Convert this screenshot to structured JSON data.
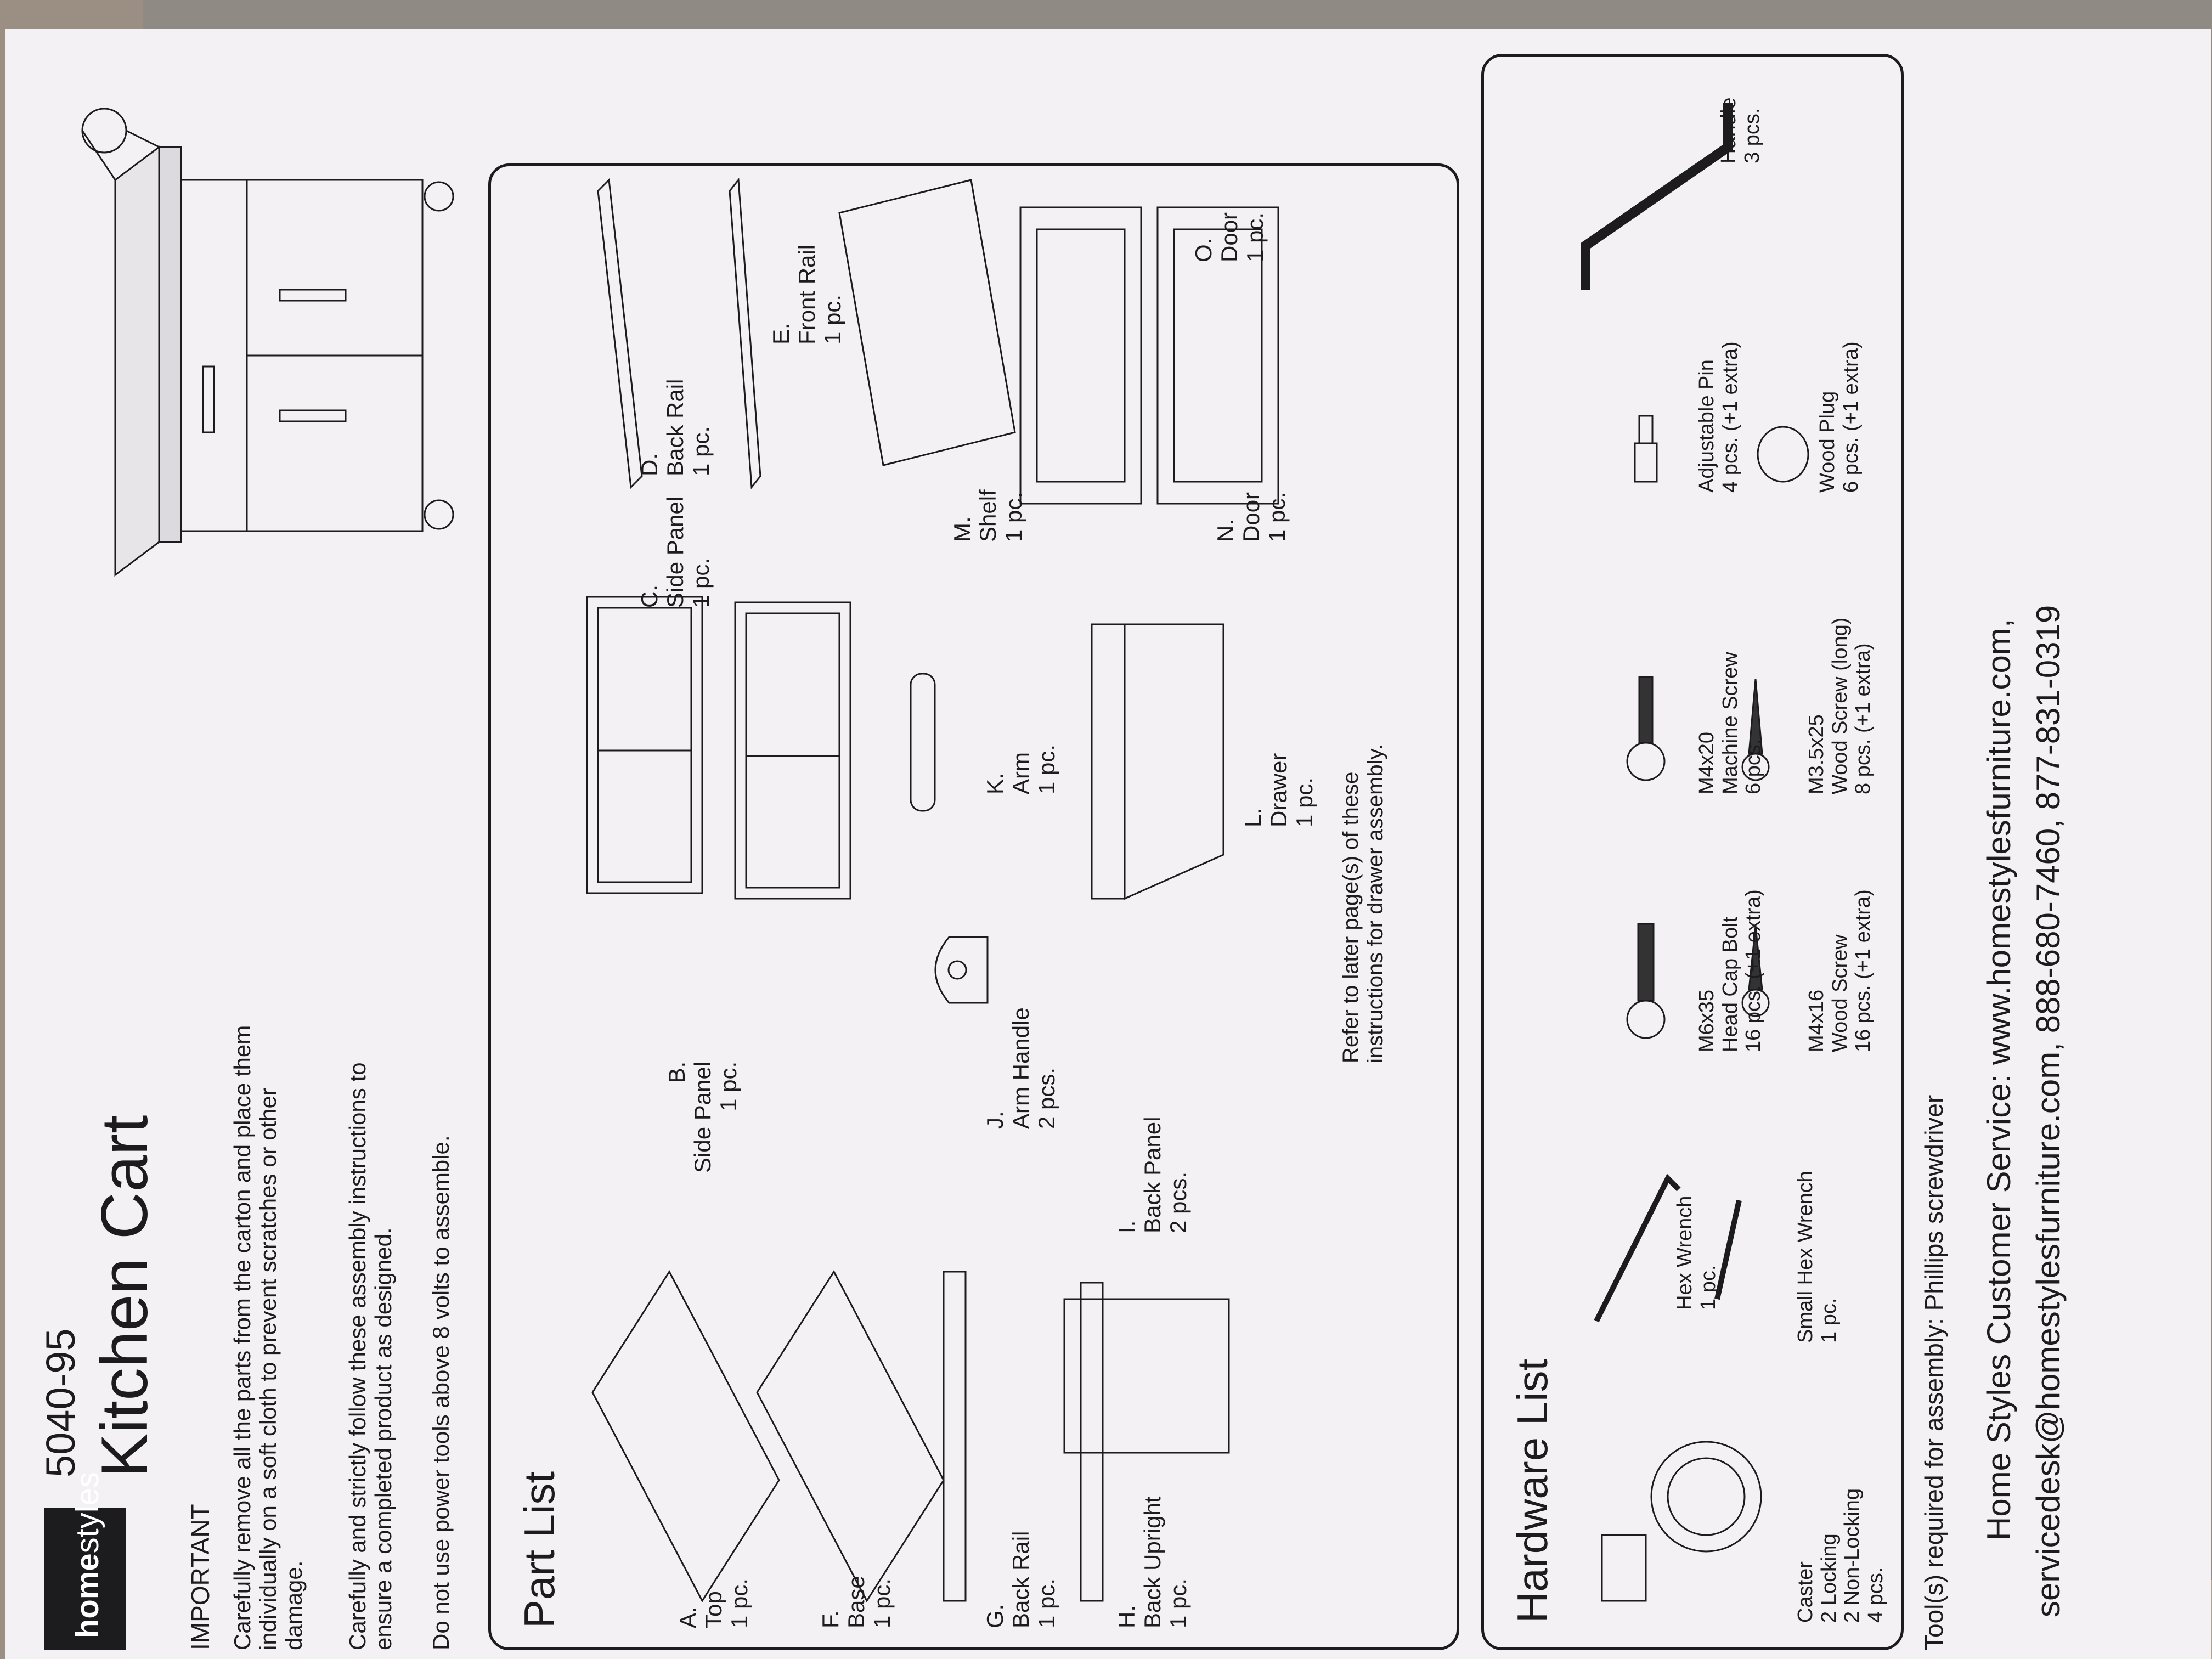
{
  "brand": {
    "name_bold": "home",
    "name_light": "styles"
  },
  "header": {
    "model": "5040-95",
    "title": "Kitchen Cart"
  },
  "important": {
    "heading": "IMPORTANT",
    "p1": "Carefully remove all the parts from the carton and place them individually on a soft cloth to prevent scratches or other damage.",
    "p2": "Carefully and strictly follow these assembly instructions to ensure a completed product as designed.",
    "p3": "Do not use power tools above 8 volts to assemble."
  },
  "part_list": {
    "title": "Part List",
    "parts": [
      {
        "letter": "A.",
        "name": "Top",
        "qty": "1 pc."
      },
      {
        "letter": "B.",
        "name": "Side Panel",
        "qty": "1 pc."
      },
      {
        "letter": "C.",
        "name": "Side Panel",
        "qty": "1 pc."
      },
      {
        "letter": "D.",
        "name": "Back Rail",
        "qty": "1 pc."
      },
      {
        "letter": "E.",
        "name": "Front Rail",
        "qty": "1 pc."
      },
      {
        "letter": "F.",
        "name": "Base",
        "qty": "1 pc."
      },
      {
        "letter": "G.",
        "name": "Back Rail",
        "qty": "1 pc."
      },
      {
        "letter": "H.",
        "name": "Back Upright",
        "qty": "1 pc."
      },
      {
        "letter": "I.",
        "name": "Back Panel",
        "qty": "2 pcs."
      },
      {
        "letter": "J.",
        "name": "Arm Handle",
        "qty": "2 pcs."
      },
      {
        "letter": "K.",
        "name": "Arm",
        "qty": "1 pc."
      },
      {
        "letter": "L.",
        "name": "Drawer",
        "qty": "1 pc."
      },
      {
        "letter": "M.",
        "name": "Shelf",
        "qty": "1 pc."
      },
      {
        "letter": "N.",
        "name": "Door",
        "qty": "1 pc."
      },
      {
        "letter": "O.",
        "name": "Door",
        "qty": "1 pc."
      }
    ],
    "note": "Refer to later page(s) of these instructions for drawer assembly."
  },
  "hardware_list": {
    "title": "Hardware List",
    "items": [
      {
        "name": "Caster",
        "detail": "2 Locking",
        "detail2": "2 Non-Locking",
        "qty": "4 pcs."
      },
      {
        "name": "Hex Wrench",
        "qty": "1 pc."
      },
      {
        "name": "Small Hex Wrench",
        "qty": "1 pc."
      },
      {
        "size": "M6x35",
        "name": "Head Cap Bolt",
        "qty": "16 pcs. (+1 extra)"
      },
      {
        "size": "M4x16",
        "name": "Wood Screw",
        "qty": "16 pcs. (+1 extra)"
      },
      {
        "size": "M4x20",
        "name": "Machine Screw",
        "qty": "6 pcs."
      },
      {
        "size": "M3.5x25",
        "name": "Wood Screw (long)",
        "qty": "8 pcs. (+1 extra)"
      },
      {
        "name": "Adjustable Pin",
        "qty": "4 pcs. (+1 extra)"
      },
      {
        "name": "Wood Plug",
        "qty": "6 pcs. (+1 extra)"
      },
      {
        "name": "Handle",
        "qty": "3 pcs."
      }
    ]
  },
  "footer": {
    "tools": "Tool(s) required for assembly: Phillips screwdriver",
    "service_line1": "Home Styles Customer Service: www.homestylesfurniture.com,",
    "service_line2": "servicedesk@homestylesfurniture.com, 888-680-7460, 877-831-0319"
  },
  "colors": {
    "paper": "#f3f1f4",
    "ink": "#1c1c1e",
    "background": "#8f8a83"
  }
}
